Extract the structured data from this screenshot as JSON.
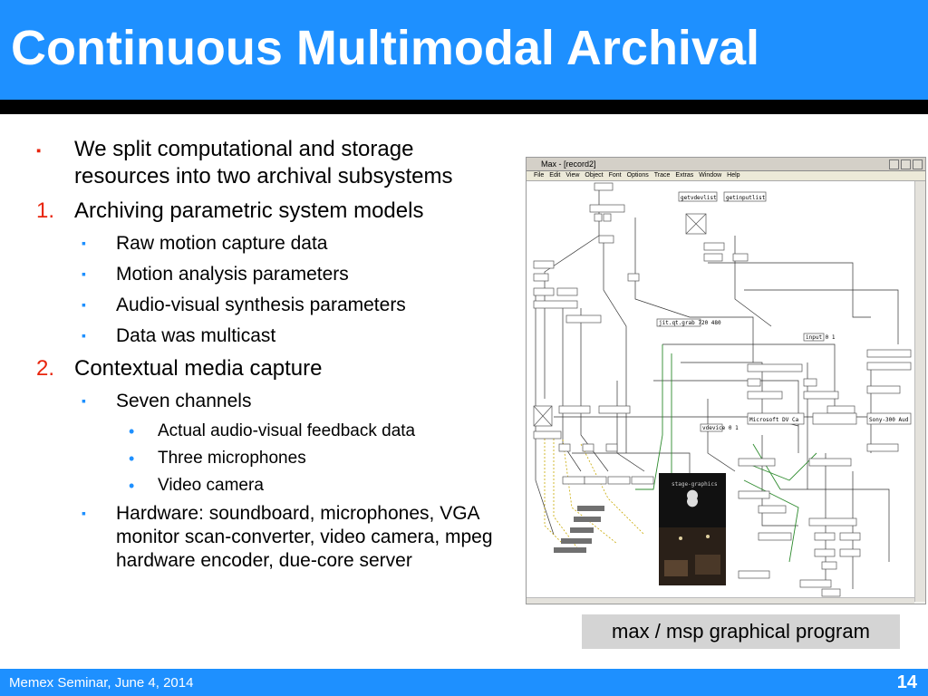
{
  "slide": {
    "title": "Continuous Multimodal Archival",
    "footer_left": "Memex Seminar, June 4, 2014",
    "footer_page": "14",
    "caption": "max / msp graphical program"
  },
  "colors": {
    "accent_blue": "#1e90ff",
    "bullet_red": "#e8240c",
    "rule_black": "#000000"
  },
  "bullets": [
    {
      "level": 1,
      "marker": "▪",
      "text": "We split computational and storage resources into two archival subsystems"
    },
    {
      "level": 1,
      "marker": "1.",
      "text": "Archiving parametric system models"
    },
    {
      "level": 2,
      "marker": "▪",
      "text": "Raw motion capture data"
    },
    {
      "level": 2,
      "marker": "▪",
      "text": "Motion analysis parameters"
    },
    {
      "level": 2,
      "marker": "▪",
      "text": "Audio-visual synthesis parameters"
    },
    {
      "level": 2,
      "marker": "▪",
      "text": "Data was multicast"
    },
    {
      "level": 1,
      "marker": "2.",
      "text": "Contextual media capture"
    },
    {
      "level": 2,
      "marker": "▪",
      "text": "Seven channels"
    },
    {
      "level": 3,
      "marker": "•",
      "text": "Actual audio-visual feedback data"
    },
    {
      "level": 3,
      "marker": "•",
      "text": "Three microphones"
    },
    {
      "level": 3,
      "marker": "•",
      "text": "Video camera"
    },
    {
      "level": 2,
      "marker": "▪",
      "text": "Hardware: soundboard, microphones, VGA monitor scan-converter, video camera, mpeg hardware encoder, due-core server"
    }
  ],
  "screenshot": {
    "window_title": "Max - [record2]",
    "menu": [
      "File",
      "Edit",
      "View",
      "Object",
      "Font",
      "Options",
      "Trace",
      "Extras",
      "Window",
      "Help"
    ],
    "objects": [
      {
        "label": "getvdevlist"
      },
      {
        "label": "getinputlist"
      },
      {
        "label": "input 0 1"
      },
      {
        "label": "jit.qt.grab 720 480"
      },
      {
        "label": "Microsoft DV Ca"
      },
      {
        "label": "Sony-300 Aud"
      },
      {
        "label": "vdevice 0 1"
      },
      {
        "label": "stage-graphics"
      }
    ]
  }
}
